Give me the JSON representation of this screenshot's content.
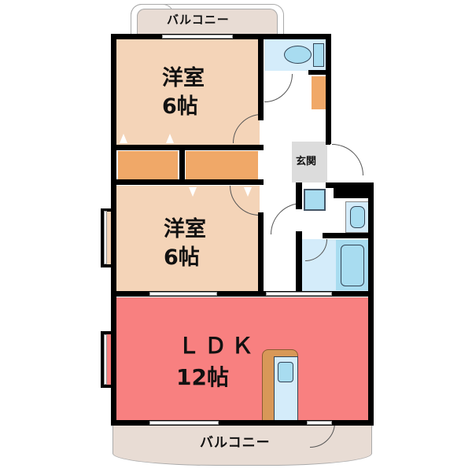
{
  "floorplan": {
    "rooms": [
      {
        "id": "western-room-1",
        "name": "洋室",
        "size": "6帖",
        "color": "#f4d4b8"
      },
      {
        "id": "western-room-2",
        "name": "洋室",
        "size": "6帖",
        "color": "#f4d4b8"
      },
      {
        "id": "ldk",
        "name": "ＬＤＫ",
        "size": "12帖",
        "color": "#f88080"
      },
      {
        "id": "entrance",
        "name": "玄関",
        "color": "#dcdcdc"
      },
      {
        "id": "toilet",
        "color": "#d4ecfa"
      },
      {
        "id": "washroom",
        "color": "#ffffff"
      },
      {
        "id": "bathroom",
        "color": "#d4ecfa"
      },
      {
        "id": "hallway",
        "color": "#ffffff"
      }
    ],
    "balconies": [
      {
        "id": "balcony-top",
        "label": "バルコニー",
        "color": "#e8dcd4"
      },
      {
        "id": "balcony-bottom",
        "label": "バルコニー",
        "color": "#e8dcd4"
      }
    ],
    "closet_color": "#f0a868",
    "kitchen_counter_color": "#d89858",
    "fixture_color": "#a8dcf0"
  }
}
